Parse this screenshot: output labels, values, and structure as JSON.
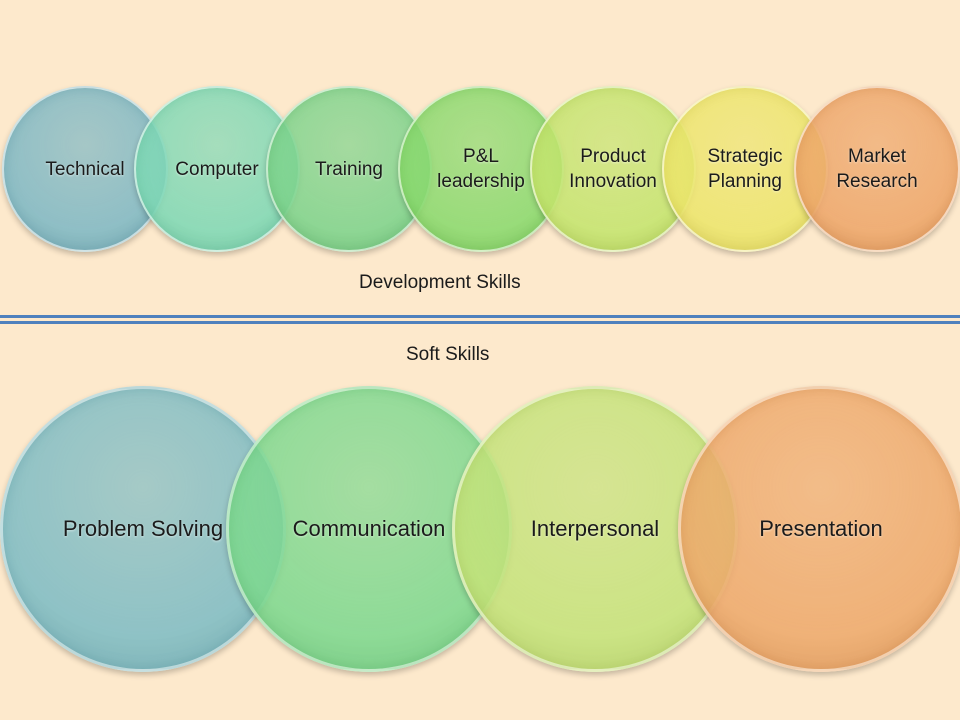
{
  "development": {
    "title": "Development Skills",
    "skills": [
      {
        "label": "Technical",
        "color": "#7fb8c4"
      },
      {
        "label": "Computer",
        "color": "#7fd8b5"
      },
      {
        "label": "Training",
        "color": "#7ed38c"
      },
      {
        "label": "P&L\nleadership",
        "color": "#8ad96e"
      },
      {
        "label": "Product\nInnovation",
        "color": "#c4e46e"
      },
      {
        "label": "Strategic\nPlanning",
        "color": "#ece56c"
      },
      {
        "label": "Market\nResearch",
        "color": "#eda66a"
      }
    ]
  },
  "soft": {
    "title": "Soft Skills",
    "skills": [
      {
        "label": "Problem Solving",
        "color": "#7fbcc4"
      },
      {
        "label": "Communication",
        "color": "#7ed88f"
      },
      {
        "label": "Interpersonal",
        "color": "#c4e27a"
      },
      {
        "label": "Presentation",
        "color": "#eda96c"
      }
    ]
  }
}
